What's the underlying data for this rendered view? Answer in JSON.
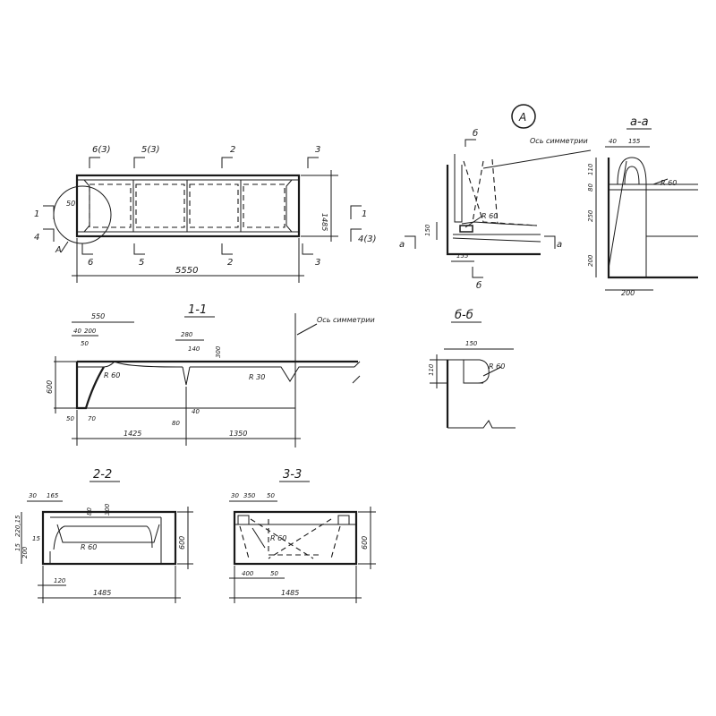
{
  "plan": {
    "cut_6_3": "6(3)",
    "cut_5_3": "5(3)",
    "cut_2_top": "2",
    "cut_3_top": "3",
    "cut_1_left": "1",
    "cut_4_left": "4",
    "cut_1_right": "1",
    "cut_4_3_right": "4(3)",
    "cut_6_bottom": "6",
    "cut_5_bottom": "5",
    "cut_2_bottom": "2",
    "cut_3_bottom": "3",
    "dim_length": "5550",
    "dim_width": "1485",
    "dim_50": "50",
    "callout_a": "A"
  },
  "detail_a": {
    "marker": "A",
    "section_b_top": "б",
    "section_b_bottom": "б",
    "sym_axis": "Ось симметрии",
    "section_a_left": "а",
    "section_a_right": "а",
    "r60": "R 60",
    "dim_150": "150",
    "dim_155": "155"
  },
  "section_aa": {
    "title": "а-а",
    "dim_40": "40",
    "dim_155": "155",
    "dim_110": "110",
    "dim_80": "80",
    "dim_250": "250",
    "dim_200v": "200",
    "dim_200h": "200",
    "r60": "R 60"
  },
  "section_11": {
    "title": "1-1",
    "sym_axis": "Ось симметрии",
    "dim_550": "550",
    "dim_40": "40",
    "dim_200": "200",
    "dim_50": "50",
    "dim_280": "280",
    "dim_140": "140",
    "dim_300": "300",
    "dim_600": "600",
    "r60": "R 60",
    "r30": "R 30",
    "dim_50b": "50",
    "dim_70": "70",
    "dim_80": "80",
    "dim_40b": "40",
    "dim_1425": "1425",
    "dim_1350": "1350"
  },
  "section_bb": {
    "title": "б-б",
    "dim_150": "150",
    "dim_110": "110",
    "r60": "R 60"
  },
  "section_22": {
    "title": "2-2",
    "dim_30": "30",
    "dim_165": "165",
    "dim_80": "80",
    "dim_300": "300",
    "dim_220_15": "220,15",
    "dim_15a": "15",
    "dim_15b": "15",
    "dim_200": "200",
    "r60": "R 60",
    "dim_600": "600",
    "dim_120": "120",
    "dim_1485": "1485"
  },
  "section_33": {
    "title": "3-3",
    "dim_30": "30",
    "dim_350": "350",
    "dim_50a": "50",
    "r60": "R 60",
    "dim_600": "600",
    "dim_400": "400",
    "dim_50b": "50",
    "dim_1485": "1485"
  }
}
